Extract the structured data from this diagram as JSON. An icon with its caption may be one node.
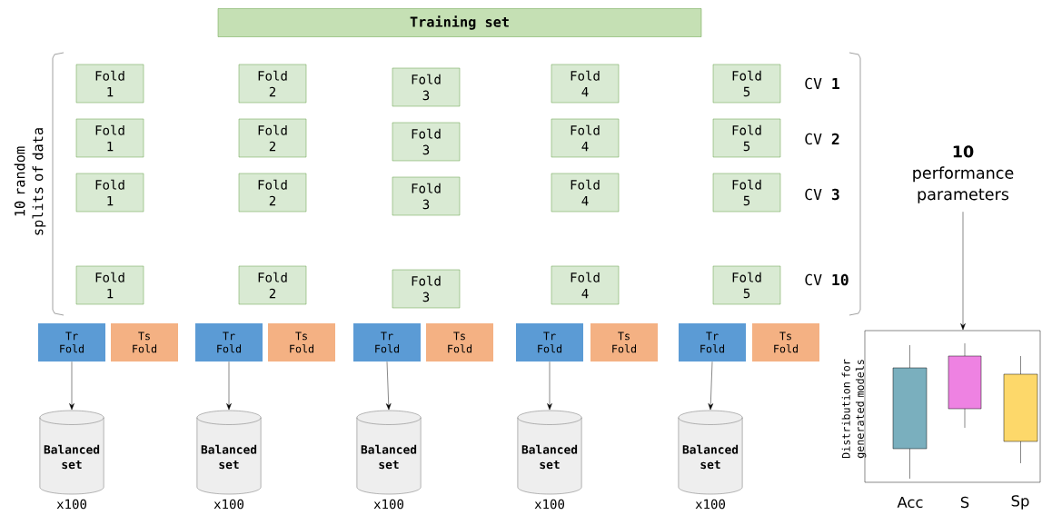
{
  "diagram": {
    "nodes": [
      {
        "text": [
          "Training set"
        ]
      },
      {
        "text": [
          "Fold 1"
        ]
      },
      {
        "text": [
          "Fold 2"
        ]
      },
      {
        "text": [
          "Fold 3"
        ]
      },
      {
        "text": [
          "Fold 4"
        ]
      },
      {
        "text": [
          "Fold 5"
        ]
      },
      {
        "text": [
          "Fold 1"
        ]
      },
      {
        "text": [
          "Fold 2"
        ]
      },
      {
        "text": [
          "Fold 3"
        ]
      },
      {
        "text": [
          "Fold 4"
        ]
      },
      {
        "text": [
          "Fold 5"
        ]
      },
      {
        "text": [
          "Fold 1"
        ]
      },
      {
        "text": [
          "Fold 2"
        ]
      },
      {
        "text": [
          "Fold 3"
        ]
      },
      {
        "text": [
          "Fold 4"
        ]
      },
      {
        "text": [
          "Fold 5"
        ]
      },
      {
        "text": [
          "Fold 1"
        ]
      },
      {
        "text": [
          "Fold 2"
        ]
      },
      {
        "text": [
          "Fold 3"
        ]
      },
      {
        "text": [
          "Fold 4"
        ]
      },
      {
        "text": [
          "Fold 5"
        ]
      },
      {
        "text": [
          "**10** performance parameters"
        ]
      },
      {
        "text": [
          "Tr Fold"
        ]
      },
      {
        "text": [
          "Ts Fold"
        ]
      },
      {
        "text": [
          "Tr Fold"
        ]
      },
      {
        "text": [
          "Ts Fold"
        ]
      },
      {
        "text": [
          "Tr Fold"
        ]
      },
      {
        "text": [
          "Ts Fold"
        ]
      },
      {
        "text": [
          "Tr Fold"
        ]
      },
      {
        "text": [
          "Ts Fold"
        ]
      },
      {
        "text": [
          "Tr Fold"
        ]
      },
      {
        "text": [
          "Ts Fold"
        ]
      },
      {
        "text": [],
        "shape": "picture"
      },
      {
        "text": [
          "Balanced set"
        ],
        "beside": [
          "x100"
        ]
      },
      {
        "text": [
          "Balanced set"
        ],
        "beside": [
          "x100"
        ]
      },
      {
        "text": [
          "Balanced set"
        ],
        "beside": [
          "x100"
        ]
      },
      {
        "text": [
          "Balanced set"
        ],
        "beside": [
          "x100"
        ]
      },
      {
        "text": [
          "Balanced set"
        ],
        "beside": [
          "x100"
        ]
      }
    ],
    "edges": [
      {
        "from": 22,
        "to": 33,
        "arrow": "to"
      },
      {
        "from": 24,
        "to": 34,
        "arrow": "to"
      },
      {
        "from": 26,
        "to": 35,
        "arrow": "to"
      },
      {
        "from": 28,
        "to": 36,
        "arrow": "to"
      },
      {
        "from": 30,
        "to": 37,
        "arrow": "to"
      },
      {
        "from": 21,
        "to": 32,
        "arrow": "to"
      }
    ],
    "labels": [
      "10 random splits of data",
      "CV **1**",
      "CV **2**",
      "CV **3**",
      "CV **10**",
      "Distribution for generated models",
      "Acc",
      "S",
      "Sp"
    ]
  }
}
